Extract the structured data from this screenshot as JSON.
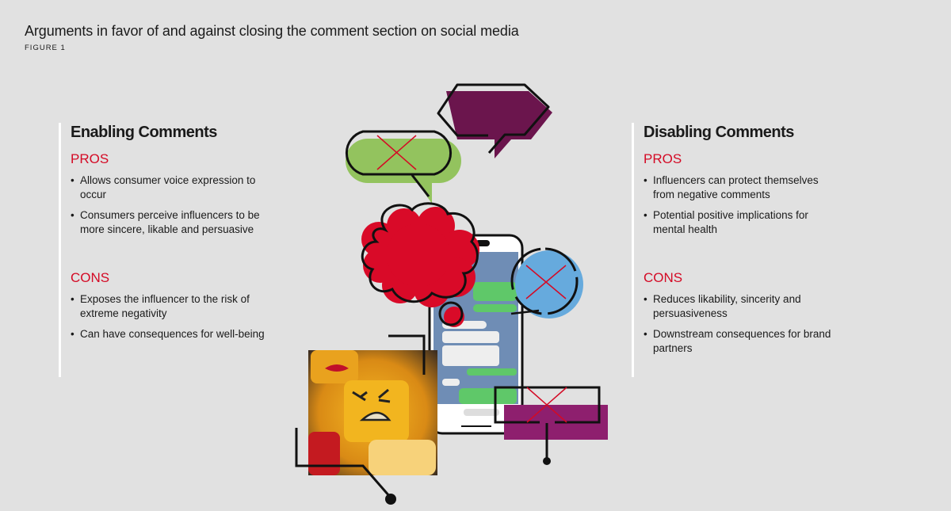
{
  "header": {
    "title": "Arguments in favor of and against closing the comment section on social media",
    "figure_label": "FIGURE 1"
  },
  "enabling": {
    "heading": "Enabling Comments",
    "pros_label": "PROS",
    "pros": [
      "Allows consumer voice expression to occur",
      "Consumers perceive influencers to be more sincere, likable and persuasive"
    ],
    "cons_label": "CONS",
    "cons": [
      "Exposes the influencer to the risk of extreme negativity",
      "Can have consequences for well-being"
    ]
  },
  "disabling": {
    "heading": "Disabling Comments",
    "pros_label": "PROS",
    "pros": [
      "Influencers can protect themselves from negative comments",
      "Potential positive implications for mental health"
    ],
    "cons_label": "CONS",
    "cons": [
      "Reduces likability, sincerity and persuasiveness",
      "Downstream consequences for brand partners"
    ]
  },
  "colors": {
    "accent_red": "#d40a25",
    "purple_dark": "#6b154d",
    "purple": "#8e1f6e",
    "green": "#93c35e",
    "blue": "#66aadd",
    "phone_screen": "#6f8db5"
  }
}
